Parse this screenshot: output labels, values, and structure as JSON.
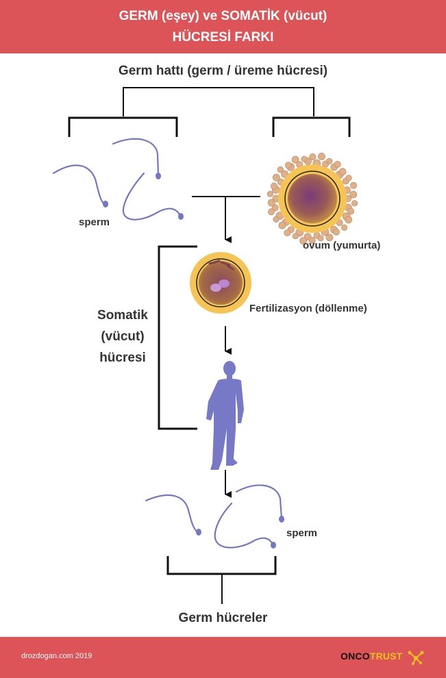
{
  "header": {
    "line1": "GERM (eşey) ve SOMATİK (vücut)",
    "line2": "HÜCRESİ FARKI"
  },
  "diagram": {
    "germline_label": "Germ hattı (germ / üreme hücresi)",
    "sperm_label_top": "sperm",
    "ovum_label": "ovum (yumurta)",
    "fertilization_label": "Fertilizasyon (döllenme)",
    "somatic_label": [
      "Somatik",
      "(vücut)",
      "hücresi"
    ],
    "sperm_label_bottom": "sperm",
    "germ_cells_label": "Germ hücreler"
  },
  "footer": {
    "credit": "drozdogan.com 2019",
    "logo_part1": "ONCO",
    "logo_part2": "TRUST"
  },
  "colors": {
    "banner": "#dc5457",
    "sperm": "#7476c6",
    "human": "#7779c6",
    "cell_outer": "#f6c454",
    "cell_inner": "#7d3f6e",
    "logo_accent": "#f2c21b"
  }
}
